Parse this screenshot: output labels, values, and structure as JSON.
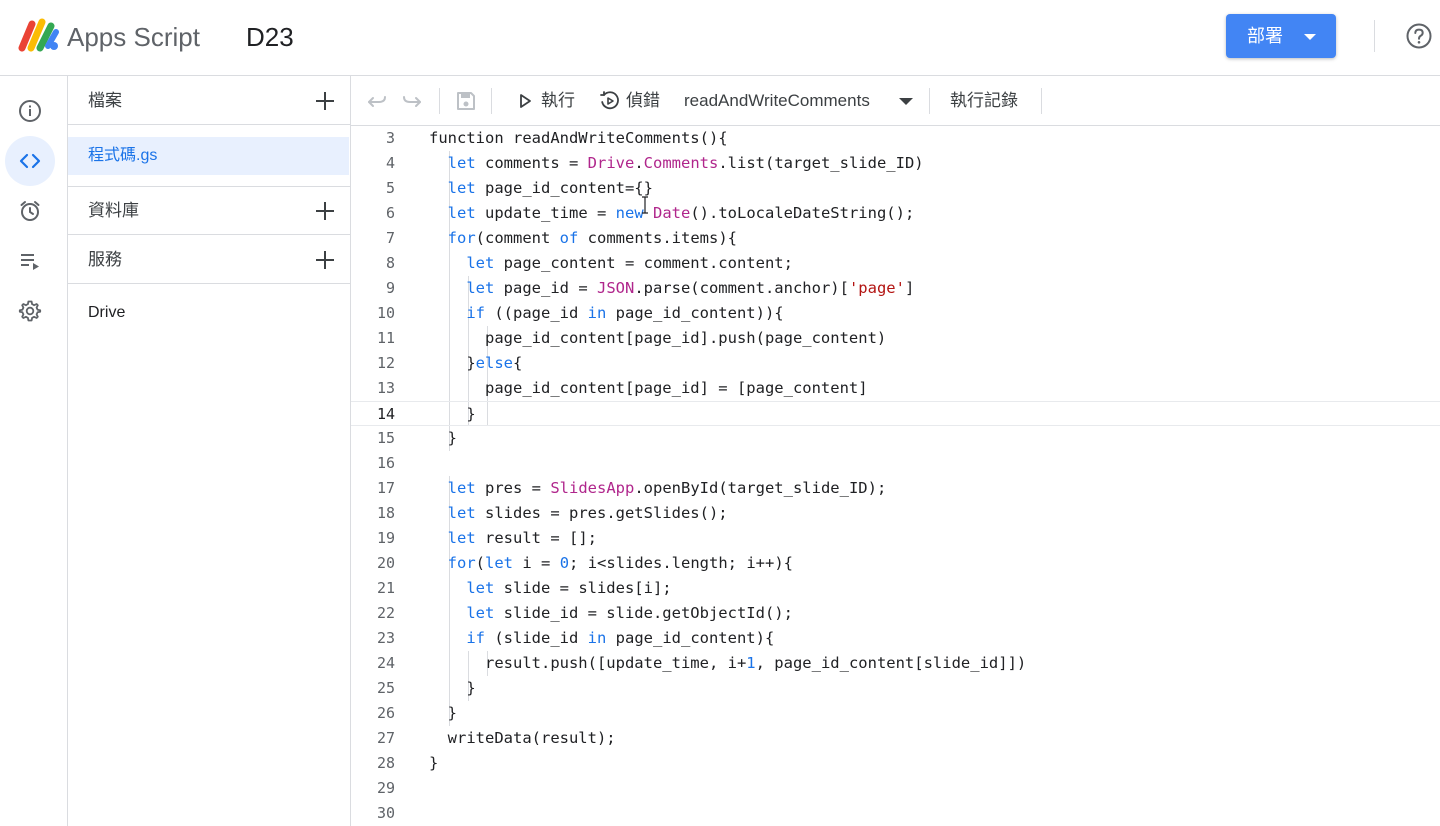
{
  "header": {
    "app_name": "Apps Script",
    "project_name": "D23",
    "deploy_label": "部署"
  },
  "files_panel": {
    "files_title": "檔案",
    "active_file": "程式碼.gs",
    "libraries_title": "資料庫",
    "services_title": "服務",
    "services": [
      "Drive"
    ]
  },
  "toolbar": {
    "run_label": "執行",
    "debug_label": "偵錯",
    "function_name": "readAndWriteComments",
    "log_label": "執行記錄"
  },
  "editor": {
    "lines": [
      {
        "n": "3",
        "tokens": [
          {
            "t": "function readAndWriteComments(){",
            "c": ""
          }
        ]
      },
      {
        "n": "4",
        "tokens": [
          {
            "t": "  ",
            "c": ""
          },
          {
            "t": "let",
            "c": "kw"
          },
          {
            "t": " comments = ",
            "c": ""
          },
          {
            "t": "Drive",
            "c": "cls"
          },
          {
            "t": ".",
            "c": ""
          },
          {
            "t": "Comments",
            "c": "cls"
          },
          {
            "t": ".list(target_slide_ID)",
            "c": ""
          }
        ]
      },
      {
        "n": "5",
        "tokens": [
          {
            "t": "  ",
            "c": ""
          },
          {
            "t": "let",
            "c": "kw"
          },
          {
            "t": " page_id_content={}",
            "c": ""
          }
        ]
      },
      {
        "n": "6",
        "tokens": [
          {
            "t": "  ",
            "c": ""
          },
          {
            "t": "let",
            "c": "kw"
          },
          {
            "t": " update_time = ",
            "c": ""
          },
          {
            "t": "new",
            "c": "kw"
          },
          {
            "t": " ",
            "c": ""
          },
          {
            "t": "Date",
            "c": "cls"
          },
          {
            "t": "().toLocaleDateString();",
            "c": ""
          }
        ]
      },
      {
        "n": "7",
        "tokens": [
          {
            "t": "  ",
            "c": ""
          },
          {
            "t": "for",
            "c": "kw"
          },
          {
            "t": "(comment ",
            "c": ""
          },
          {
            "t": "of",
            "c": "kw"
          },
          {
            "t": " comments.items){",
            "c": ""
          }
        ]
      },
      {
        "n": "8",
        "tokens": [
          {
            "t": "    ",
            "c": ""
          },
          {
            "t": "let",
            "c": "kw"
          },
          {
            "t": " page_content = comment.content;",
            "c": ""
          }
        ]
      },
      {
        "n": "9",
        "tokens": [
          {
            "t": "    ",
            "c": ""
          },
          {
            "t": "let",
            "c": "kw"
          },
          {
            "t": " page_id = ",
            "c": ""
          },
          {
            "t": "JSON",
            "c": "cls"
          },
          {
            "t": ".parse(comment.anchor)[",
            "c": ""
          },
          {
            "t": "'page'",
            "c": "str"
          },
          {
            "t": "]",
            "c": ""
          }
        ]
      },
      {
        "n": "10",
        "tokens": [
          {
            "t": "    ",
            "c": ""
          },
          {
            "t": "if",
            "c": "kw"
          },
          {
            "t": " ((page_id ",
            "c": ""
          },
          {
            "t": "in",
            "c": "kw"
          },
          {
            "t": " page_id_content)){",
            "c": ""
          }
        ]
      },
      {
        "n": "11",
        "tokens": [
          {
            "t": "      page_id_content[page_id].push(page_content)",
            "c": ""
          }
        ]
      },
      {
        "n": "12",
        "tokens": [
          {
            "t": "    }",
            "c": ""
          },
          {
            "t": "else",
            "c": "kw"
          },
          {
            "t": "{",
            "c": ""
          }
        ]
      },
      {
        "n": "13",
        "tokens": [
          {
            "t": "      page_id_content[page_id] = [page_content]",
            "c": ""
          }
        ]
      },
      {
        "n": "14",
        "tokens": [
          {
            "t": "    }",
            "c": ""
          }
        ]
      },
      {
        "n": "15",
        "tokens": [
          {
            "t": "  }",
            "c": ""
          }
        ]
      },
      {
        "n": "16",
        "tokens": []
      },
      {
        "n": "17",
        "tokens": [
          {
            "t": "  ",
            "c": ""
          },
          {
            "t": "let",
            "c": "kw"
          },
          {
            "t": " pres = ",
            "c": ""
          },
          {
            "t": "SlidesApp",
            "c": "cls"
          },
          {
            "t": ".openById(target_slide_ID);",
            "c": ""
          }
        ]
      },
      {
        "n": "18",
        "tokens": [
          {
            "t": "  ",
            "c": ""
          },
          {
            "t": "let",
            "c": "kw"
          },
          {
            "t": " slides = pres.getSlides();",
            "c": ""
          }
        ]
      },
      {
        "n": "19",
        "tokens": [
          {
            "t": "  ",
            "c": ""
          },
          {
            "t": "let",
            "c": "kw"
          },
          {
            "t": " result = [];",
            "c": ""
          }
        ]
      },
      {
        "n": "20",
        "tokens": [
          {
            "t": "  ",
            "c": ""
          },
          {
            "t": "for",
            "c": "kw"
          },
          {
            "t": "(",
            "c": ""
          },
          {
            "t": "let",
            "c": "kw"
          },
          {
            "t": " i = ",
            "c": ""
          },
          {
            "t": "0",
            "c": "num"
          },
          {
            "t": "; i<slides.length; i++){",
            "c": ""
          }
        ]
      },
      {
        "n": "21",
        "tokens": [
          {
            "t": "    ",
            "c": ""
          },
          {
            "t": "let",
            "c": "kw"
          },
          {
            "t": " slide = slides[i];",
            "c": ""
          }
        ]
      },
      {
        "n": "22",
        "tokens": [
          {
            "t": "    ",
            "c": ""
          },
          {
            "t": "let",
            "c": "kw"
          },
          {
            "t": " slide_id = slide.getObjectId();",
            "c": ""
          }
        ]
      },
      {
        "n": "23",
        "tokens": [
          {
            "t": "    ",
            "c": ""
          },
          {
            "t": "if",
            "c": "kw"
          },
          {
            "t": " (slide_id ",
            "c": ""
          },
          {
            "t": "in",
            "c": "kw"
          },
          {
            "t": " page_id_content){",
            "c": ""
          }
        ]
      },
      {
        "n": "24",
        "tokens": [
          {
            "t": "      result.push([update_time, i+",
            "c": ""
          },
          {
            "t": "1",
            "c": "num"
          },
          {
            "t": ", page_id_content[slide_id]])",
            "c": ""
          }
        ]
      },
      {
        "n": "25",
        "tokens": [
          {
            "t": "    }",
            "c": ""
          }
        ]
      },
      {
        "n": "26",
        "tokens": [
          {
            "t": "  }",
            "c": ""
          }
        ]
      },
      {
        "n": "27",
        "tokens": [
          {
            "t": "  writeData(result);",
            "c": ""
          }
        ]
      },
      {
        "n": "28",
        "tokens": [
          {
            "t": "}",
            "c": ""
          }
        ]
      },
      {
        "n": "29",
        "tokens": []
      },
      {
        "n": "30",
        "tokens": []
      }
    ],
    "current_line": "14"
  },
  "colors": {
    "accent": "#1a73e8",
    "deploy_button": "#4285f4",
    "keyword": "#1a73e8",
    "class_name": "#b0268c",
    "string": "#b31412"
  }
}
